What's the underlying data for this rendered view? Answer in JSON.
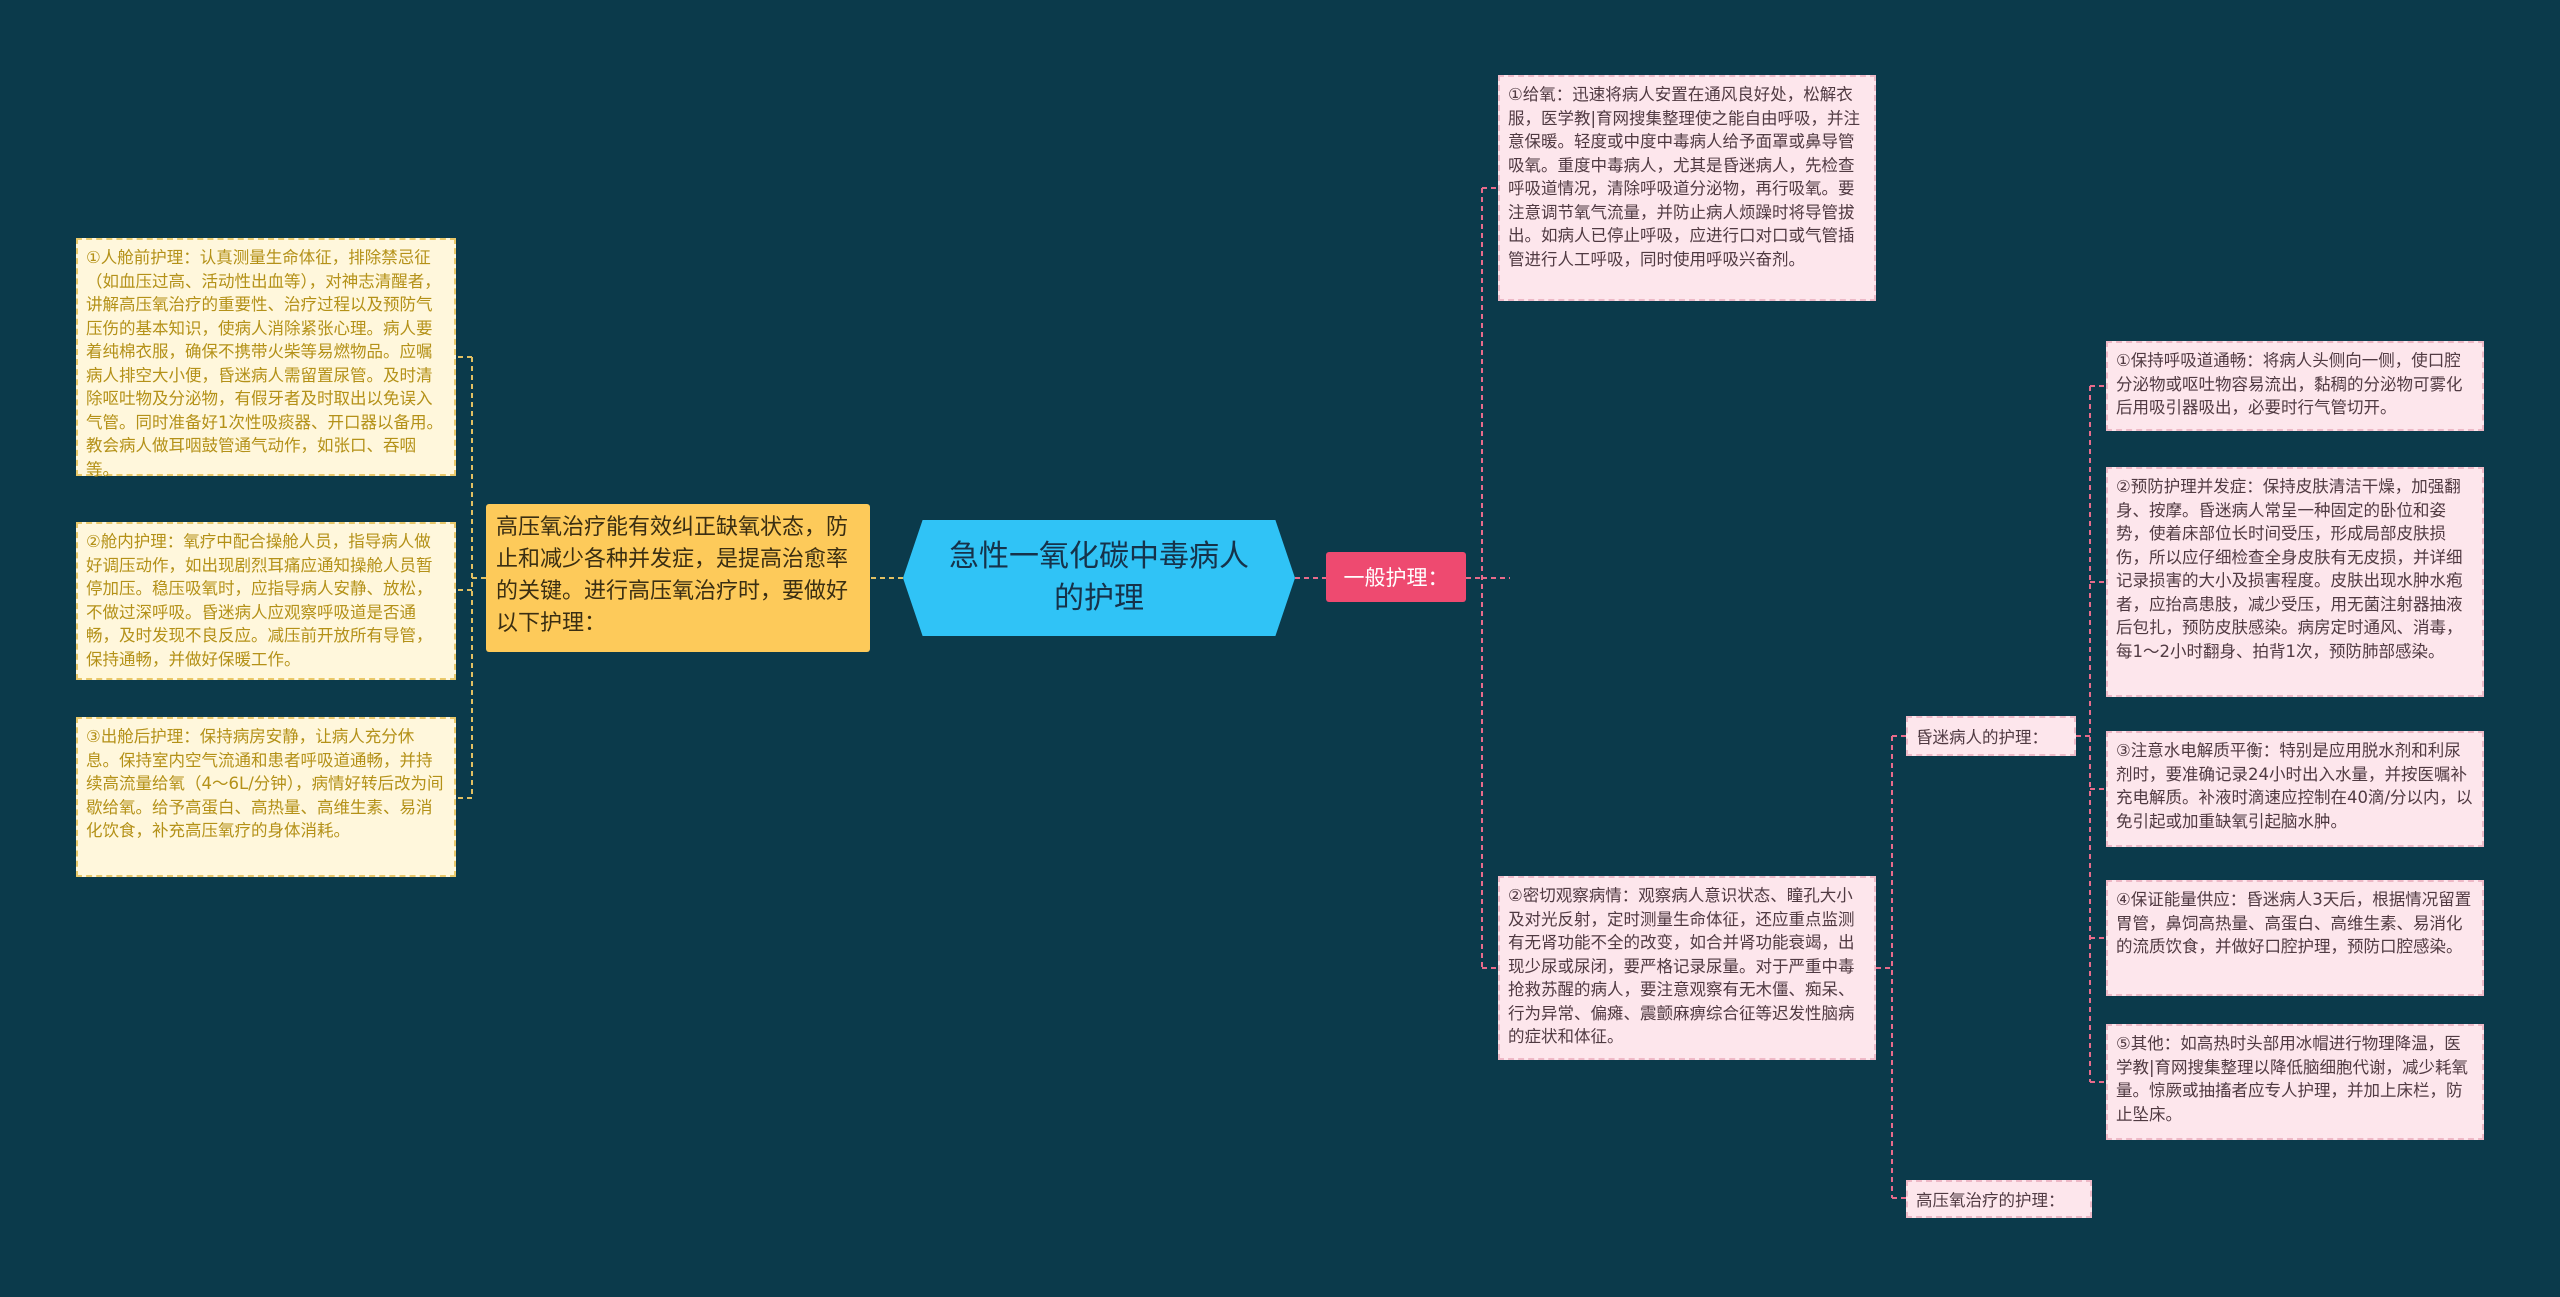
{
  "central": {
    "title": "急性一氧化碳中毒病人的护理"
  },
  "left": {
    "topic": "高压氧治疗能有效纠正缺氧状态，防止和减少各种并发症，是提高治愈率的关键。进行高压氧治疗时，要做好以下护理：",
    "items": [
      "①人舱前护理：认真测量生命体征，排除禁忌征（如血压过高、活动性出血等），对神志清醒者，讲解高压氧治疗的重要性、治疗过程以及预防气压伤的基本知识，使病人消除紧张心理。病人要着纯棉衣服，确保不携带火柴等易燃物品。应嘱病人排空大小便，昏迷病人需留置尿管。及时清除呕吐物及分泌物，有假牙者及时取出以免误入气管。同时准备好1次性吸痰器、开口器以备用。教会病人做耳咽鼓管通气动作，如张口、吞咽等。",
      "②舱内护理：氧疗中配合操舱人员，指导病人做好调压动作，如出现剧烈耳痛应通知操舱人员暂停加压。稳压吸氧时，应指导病人安静、放松，不做过深呼吸。昏迷病人应观察呼吸道是否通畅，及时发现不良反应。减压前开放所有导管，保持通畅，并做好保暖工作。",
      "③出舱后护理：保持病房安静，让病人充分休息。保持室内空气流通和患者呼吸道通畅，并持续高流量给氧（4～6L/分钟），病情好转后改为间歇给氧。给予高蛋白、高热量、高维生素、易消化饮食，补充高压氧疗的身体消耗。"
    ]
  },
  "right": {
    "topic": "一般护理：",
    "oxygen": "①给氧：迅速将病人安置在通风良好处，松解衣服，医学教|育网搜集整理使之能自由呼吸，并注意保暖。轻度或中度中毒病人给予面罩或鼻导管吸氧。重度中毒病人，尤其是昏迷病人，先检查呼吸道情况，清除呼吸道分泌物，再行吸氧。要注意调节氧气流量，并防止病人烦躁时将导管拔出。如病人已停止呼吸，应进行口对口或气管插管进行人工呼吸，同时使用呼吸兴奋剂。",
    "observe": "②密切观察病情：观察病人意识状态、瞳孔大小及对光反射，定时测量生命体征，还应重点监测有无肾功能不全的改变，如合并肾功能衰竭，出现少尿或尿闭，要严格记录尿量。对于严重中毒抢救苏醒的病人，要注意观察有无木僵、痴呆、行为异常、偏瘫、震颤麻痹综合征等迟发性脑病的症状和体征。",
    "coma": {
      "label": "昏迷病人的护理：",
      "items": [
        "①保持呼吸道通畅：将病人头侧向一侧，使口腔分泌物或呕吐物容易流出，黏稠的分泌物可雾化后用吸引器吸出，必要时行气管切开。",
        "②预防护理并发症：保持皮肤清洁干燥，加强翻身、按摩。昏迷病人常呈一种固定的卧位和姿势，使着床部位长时间受压，形成局部皮肤损伤，所以应仔细检查全身皮肤有无皮损，并详细记录损害的大小及损害程度。皮肤出现水肿水疱者，应抬高患肢，减少受压，用无菌注射器抽液后包扎，预防皮肤感染。病房定时通风、消毒，每1～2小时翻身、拍背1次，预防肺部感染。",
        "③注意水电解质平衡：特别是应用脱水剂和利尿剂时，要准确记录24小时出入水量，并按医嘱补充电解质。补液时滴速应控制在40滴/分以内，以免引起或加重缺氧引起脑水肿。",
        "④保证能量供应：昏迷病人3天后，根据情况留置胃管，鼻饲高热量、高蛋白、高维生素、易消化的流质饮食，并做好口腔护理，预防口腔感染。",
        "⑤其他：如高热时头部用冰帽进行物理降温，医学教|育网搜集整理以降低脑细胞代谢，减少耗氧量。惊厥或抽搐者应专人护理，并加上床栏，防止坠床。"
      ]
    },
    "hbo": {
      "label": "高压氧治疗的护理："
    }
  },
  "colors": {
    "background": "#0b3a4b",
    "central": "#30c3f6",
    "left_topic": "#fdca5a",
    "right_topic": "#ee4a70",
    "left_link": "#e2c063",
    "right_link": "#e86b8b"
  }
}
